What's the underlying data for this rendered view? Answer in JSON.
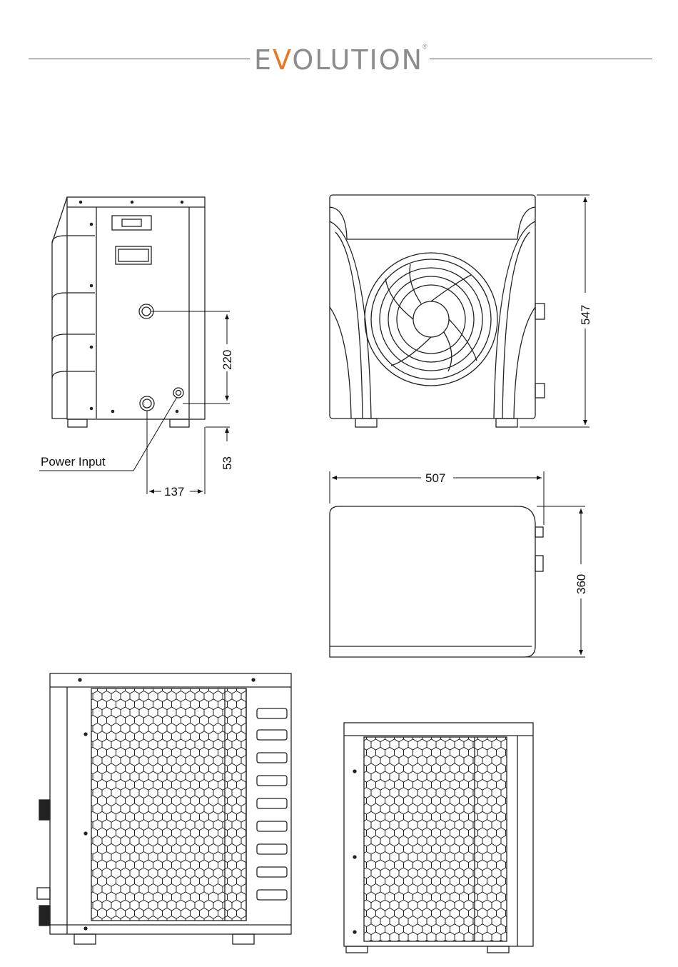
{
  "brand": {
    "name_pre": "E",
    "name_v": "V",
    "name_post": "OLUTION",
    "registered": "®",
    "accent_color": "#e87722",
    "text_color": "#8c8c8c"
  },
  "dimensions": {
    "side_vertical_pipe_spacing": "220",
    "side_base_height": "53",
    "side_horizontal_offset": "137",
    "front_height": "547",
    "top_width": "507",
    "top_depth": "360"
  },
  "labels": {
    "power_input": "Power Input"
  },
  "icons": [
    "evolution-logo",
    "display-panel-icon",
    "water-inlet-icon",
    "water-outlet-icon",
    "power-gland-icon",
    "fan-icon"
  ]
}
